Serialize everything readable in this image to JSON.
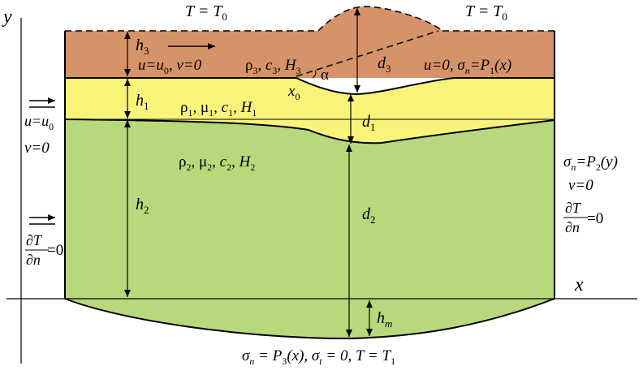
{
  "axes": {
    "y": "y",
    "x": "x"
  },
  "top": {
    "left_temp": "T = T",
    "left_temp_sub": "0",
    "right_temp": "T = T",
    "right_temp_sub": "0"
  },
  "layer3": {
    "h": "h",
    "h_sub": "3",
    "velocity": "u=u",
    "velocity_sub": "0",
    "velocity_tail": ", v=0",
    "props": "ρ",
    "props_sub": "3",
    "props_c": ", c",
    "props_c_sub": "3",
    "props_H": ", H",
    "props_H_sub": "3",
    "d": "d",
    "d_sub": "3",
    "right_bc": "u=0, σ",
    "right_bc_sub": "n",
    "right_bc_tail": "=P",
    "right_bc_sub2": "1",
    "right_bc_end": "(x)",
    "x0": "x",
    "x0_sub": "0",
    "alpha": "α"
  },
  "layer1": {
    "h": "h",
    "h_sub": "1",
    "props": "ρ",
    "props_sub": "1",
    "mu": ", μ",
    "mu_sub": "1",
    "c": ", c",
    "c_sub": "1",
    "H": ", H",
    "H_sub": "1",
    "d": "d",
    "d_sub": "1"
  },
  "layer2": {
    "h": "h",
    "h_sub": "2",
    "props": "ρ",
    "props_sub": "2",
    "mu": ", μ",
    "mu_sub": "2",
    "c": ", c",
    "c_sub": "2",
    "H": ", H",
    "H_sub": "2",
    "d": "d",
    "d_sub": "2"
  },
  "left_bc": {
    "u": "u=u",
    "u_sub": "0",
    "v": "v=0",
    "dT": "∂T",
    "dn": "∂n",
    "eq": "=0"
  },
  "right_bc": {
    "sigma": "σ",
    "sigma_sub": "n",
    "sigma_eq": "=P",
    "sigma_sub2": "2",
    "sigma_end": "(y)",
    "v": "v=0",
    "dT": "∂T",
    "dn": "∂n",
    "eq": "=0"
  },
  "bottom": {
    "hm": "h",
    "hm_sub": "m",
    "bc": "σ",
    "bc_sub": "n",
    "bc_mid": " = P",
    "bc_sub2": "3",
    "bc_mid2": "(x), σ",
    "bc_sub3": "t",
    "bc_mid3": " = 0, T = T",
    "bc_sub4": "1"
  },
  "colors": {
    "layer3": "#d6936a",
    "layer1": "#f8f47a",
    "layer2": "#b8d87c",
    "line": "#000000"
  }
}
